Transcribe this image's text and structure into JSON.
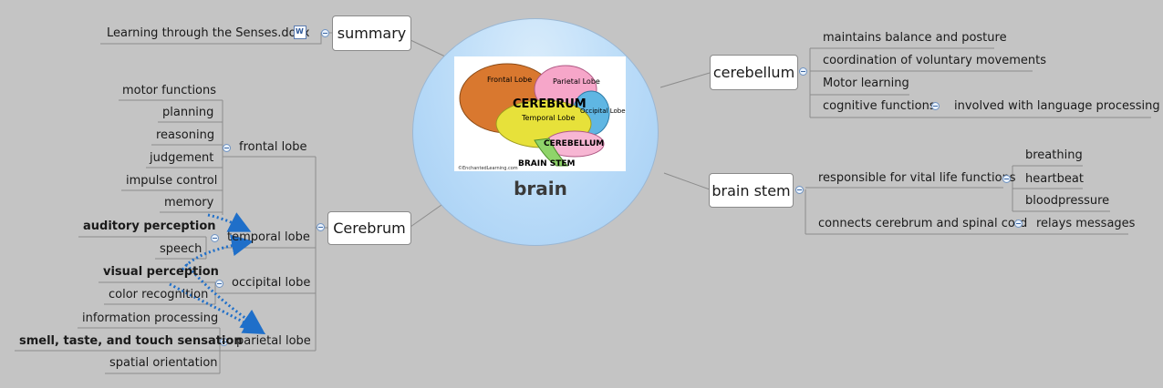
{
  "central": {
    "title": "brain"
  },
  "brain_image": {
    "lobes": {
      "frontal": "Frontal Lobe",
      "parietal": "Parietal Lobe",
      "occipital": "Occipital Lobe",
      "temporal": "Temporal Lobe"
    },
    "cerebrum_text": "CEREBRUM",
    "cerebellum_text": "CEREBELLUM",
    "brainstem_text": "BRAIN STEM",
    "credit": "©EnchantedLearning.com"
  },
  "summary": {
    "label": "summary",
    "attachment": "Learning through the Senses.docx",
    "attachment_icon": "word-document-icon"
  },
  "cerebrum": {
    "label": "Cerebrum",
    "frontal_lobe": {
      "label": "frontal lobe",
      "items": [
        "motor functions",
        "planning",
        "reasoning",
        "judgement",
        "impulse control",
        "memory"
      ]
    },
    "temporal_lobe": {
      "label": "temporal lobe",
      "items": [
        "auditory perception",
        "speech"
      ]
    },
    "occipital_lobe": {
      "label": "occipital lobe",
      "items": [
        "visual perception",
        "color recognition"
      ]
    },
    "parietal_lobe": {
      "label": "parietal lobe",
      "items": [
        "information processing",
        "smell, taste, and touch sensation",
        "spatial orientation"
      ]
    }
  },
  "cerebellum": {
    "label": "cerebellum",
    "items": [
      "maintains balance and posture",
      "coordination of voluntary movements",
      "Motor learning",
      "cognitive functions"
    ],
    "cognitive_sub": "involved with  language processing"
  },
  "brain_stem": {
    "label": "brain stem",
    "vital": {
      "label": "responsible for vital life functions",
      "items": [
        "breathing",
        "heartbeat",
        "bloodpressure"
      ]
    },
    "connects": {
      "label": "connects cerebrum and spinal cord",
      "sub": "relays messages"
    }
  },
  "colors": {
    "background": "#c4c4c4",
    "relationship_arrow": "#1f6fc9",
    "branch_line": "#8c8c8c",
    "central_fill": "#b9dbf8"
  }
}
